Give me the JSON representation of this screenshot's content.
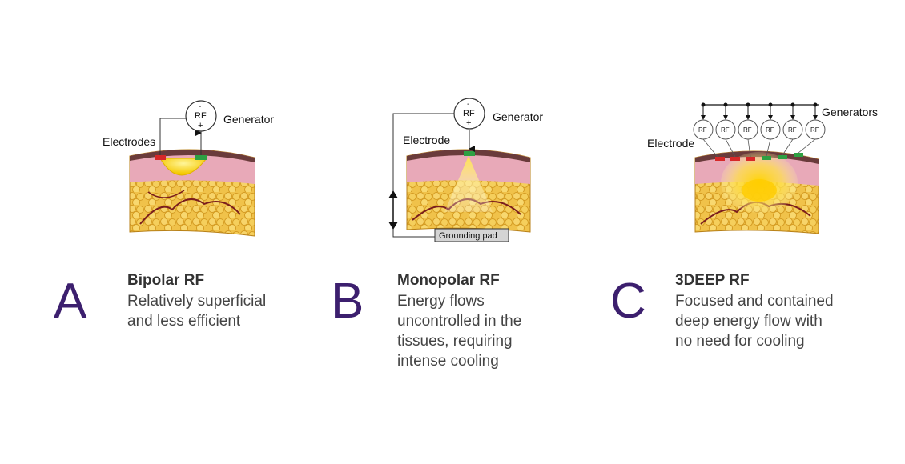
{
  "panels": [
    {
      "letter": "A",
      "title": "Bipolar RF",
      "description": [
        "Relatively superficial",
        "and less efficient"
      ],
      "labels": {
        "generator_label": "Generator",
        "rf": "RF",
        "minus": "-",
        "plus": "+",
        "electrodes": "Electrodes"
      }
    },
    {
      "letter": "B",
      "title": "Monopolar RF",
      "description": [
        "Energy flows",
        "uncontrolled in the",
        "tissues, requiring",
        "intense cooling"
      ],
      "labels": {
        "generator_label": "Generator",
        "rf": "RF",
        "minus": "-",
        "plus": "+",
        "electrode": "Electrode",
        "grounding_pad": "Grounding pad"
      }
    },
    {
      "letter": "C",
      "title": "3DEEP RF",
      "description": [
        "Focused and contained",
        "deep energy flow with",
        "no need for cooling"
      ],
      "labels": {
        "generators_label": "Generators",
        "rf": "RF",
        "minus": "-",
        "plus": "+",
        "electrode": "Electrode"
      }
    }
  ],
  "colors": {
    "accent_letter": "#3c1f6e",
    "electrode_red": "#d62828",
    "electrode_green": "#2ea043",
    "skin": "#e8a9b8",
    "fat": "#f0c24a",
    "energy": "#ffe14d"
  }
}
